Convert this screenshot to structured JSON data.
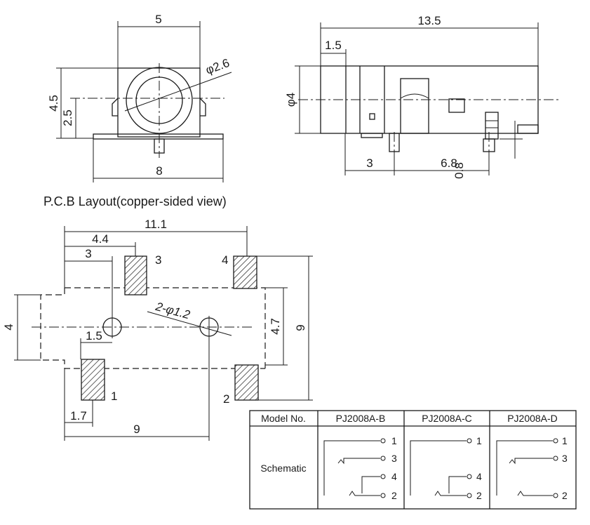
{
  "front_view": {
    "width_top": "5",
    "height_total": "4.5",
    "height_center": "2.5",
    "diameter": "φ2.6",
    "base_width": "8"
  },
  "side_view": {
    "length": "13.5",
    "front_offset": "1.5",
    "diameter": "φ4",
    "pin_offset": "3",
    "pin_spacing": "6.8",
    "pin_height": "0.8"
  },
  "pcb_layout": {
    "title": "P.C.B Layout(copper-sided view)",
    "dims": {
      "total_width": "11.1",
      "d44": "4.4",
      "d3": "3",
      "hole_spec": "2-φ1.2",
      "d15": "1.5",
      "d17": "1.7",
      "d9_bottom": "9",
      "d4_left": "4",
      "d47": "4.7",
      "d9_right": "9"
    },
    "pins": [
      "1",
      "2",
      "3",
      "4"
    ]
  },
  "model_table": {
    "header": [
      "Model No.",
      "PJ2008A-B",
      "PJ2008A-C",
      "PJ2008A-D"
    ],
    "row_label": "Schematic",
    "schematics": [
      {
        "labels": [
          "1",
          "3",
          "4",
          "2"
        ]
      },
      {
        "labels": [
          "1",
          "4",
          "2"
        ]
      },
      {
        "labels": [
          "1",
          "3",
          "2"
        ]
      }
    ]
  }
}
